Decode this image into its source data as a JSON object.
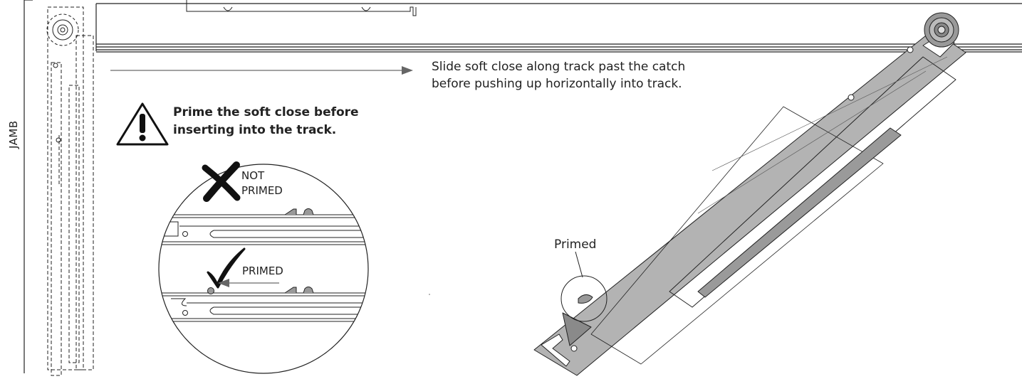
{
  "labels": {
    "jamb": "JAMB",
    "instruction_line1": "Slide soft close along track past the catch",
    "instruction_line2": "before pushing up horizontally into track.",
    "warning_line1": "Prime the soft close before",
    "warning_line2": "inserting into the track.",
    "not_primed_line1": "NOT",
    "not_primed_line2": "PRIMED",
    "primed_inset": "PRIMED",
    "primed_callout": "Primed"
  },
  "colors": {
    "line": "#222222",
    "arm_fill": "#b3b3b3",
    "arm_dark": "#8a8a8a",
    "arrow": "#666666"
  }
}
